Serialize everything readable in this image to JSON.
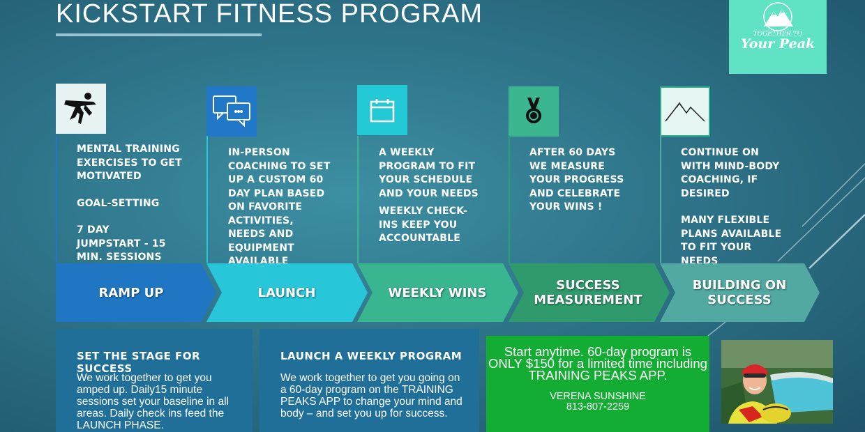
{
  "title": "KICKSTART FITNESS PROGRAM",
  "logo": {
    "line1": "TOGETHER TO",
    "line2": "Your Peak"
  },
  "stages": [
    {
      "icon": "superhero-icon",
      "color": "#e8f4f4",
      "label": "RAMP UP",
      "paragraphs": [
        "MENTAL TRAINING EXERCISES TO GET MOTIVATED",
        "GOAL-SETTING",
        "7 DAY JUMPSTART - 15 MIN. SESSIONS"
      ]
    },
    {
      "icon": "chat-bubbles-icon",
      "color": "#2178c9",
      "label": "LAUNCH",
      "paragraphs": [
        "IN-PERSON COACHING TO SET UP A CUSTOM 60 DAY PLAN BASED ON FAVORITE ACTIVITIES, NEEDS AND EQUIPMENT AVAILABLE"
      ]
    },
    {
      "icon": "calendar-icon",
      "color": "#24c9d8",
      "label": "WEEKLY WINS",
      "paragraphs": [
        "A WEEKLY PROGRAM TO FIT YOUR SCHEDULE AND YOUR NEEDS",
        "WEEKLY CHECK-INS KEEP YOU ACCOUNTABLE"
      ]
    },
    {
      "icon": "medal-icon",
      "color": "#3bb690",
      "label": "SUCCESS MEASUREMENT",
      "paragraphs": [
        "AFTER 60 DAYS WE MEASURE YOUR PROGRESS AND CELEBRATE YOUR WINS !"
      ]
    },
    {
      "icon": "mountain-icon",
      "color": "#e6f6f2",
      "label": "BUILDING ON SUCCESS",
      "paragraphs": [
        "CONTINUE ON WITH MIND-BODY COACHING, IF DESIRED",
        "MANY FLEXIBLE PLANS AVAILABLE TO FIT YOUR NEEDS"
      ]
    }
  ],
  "boxes": [
    {
      "heading": "SET THE STAGE FOR SUCCESS",
      "body": "We work together to get you amped up. Daily15 minute sessions set your baseline in all areas. Daily check ins feed the LAUNCH PHASE."
    },
    {
      "heading": "LAUNCH  A WEEKLY PROGRAM",
      "body": "We work together to get you going on a 60-day program on the TRAINING PEAKS APP to change your mind and body – and set you up for success."
    }
  ],
  "offer": {
    "main": "Start anytime. 60-day program is ONLY $150 for a limited time including TRAINING PEAKS APP.",
    "name": "VERENA SUNSHINE",
    "phone": "813-807-2259"
  },
  "photo": {
    "icon": "coach-photo"
  },
  "colors": {
    "chevrons": [
      "#1f76c3",
      "#27c6d9",
      "#39b58f",
      "#2f9a6c",
      "#52a9a2"
    ],
    "offer_bg": "#13ad33",
    "box_bg": "#1f6f98",
    "logo_bg": "#5fe3c4"
  }
}
